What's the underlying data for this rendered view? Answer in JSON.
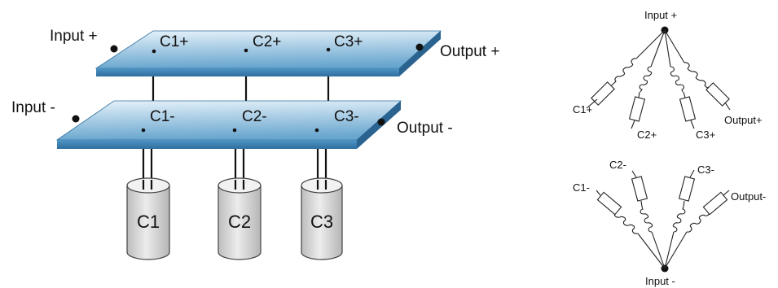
{
  "colors": {
    "plate_top_light": "#d9ecf7",
    "plate_top_dark": "#5a9cc7",
    "plate_front": "#3f88bd",
    "plate_edge": "#2f6f9f",
    "capacitor_fill": "#dcdcdc",
    "capacitor_stroke": "#444444",
    "line": "#111111"
  },
  "left": {
    "top_plate": {
      "input_label": "Input +",
      "output_label": "Output +",
      "taps": [
        "C1+",
        "C2+",
        "C3+"
      ]
    },
    "bottom_plate": {
      "input_label": "Input -",
      "output_label": "Output -",
      "taps": [
        "C1-",
        "C2-",
        "C3-"
      ]
    },
    "capacitors": [
      "C1",
      "C2",
      "C3"
    ]
  },
  "right": {
    "top_network": {
      "node_label": "Input +",
      "branches": [
        "C1+",
        "C2+",
        "C3+",
        "Output+"
      ]
    },
    "bottom_network": {
      "node_label": "Input -",
      "branches": [
        "C1-",
        "C2-",
        "C3-",
        "Output-"
      ]
    }
  }
}
